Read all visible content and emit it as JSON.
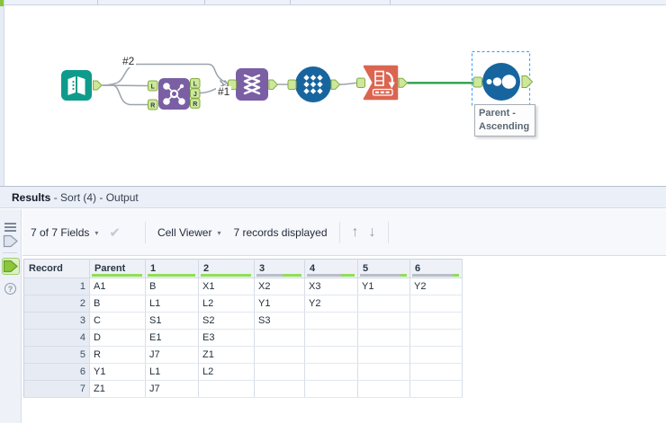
{
  "colors": {
    "tool_teal": "#0f9b8b",
    "tool_purple": "#7a5fa4",
    "tool_navy": "#17659f",
    "tool_orange": "#db6550",
    "anchor_green_fill": "#cde79b",
    "anchor_green_stroke": "#84ac41",
    "wire_grey": "#9aa2ac",
    "wire_selected_green": "#2f9e49",
    "selection_blue": "#4da3ff",
    "quality_green": "#8fdf56",
    "quality_grey": "#b8bec7"
  },
  "canvas": {
    "labels": {
      "connection1": "#1",
      "connection2": "#2"
    },
    "join_anchors": {
      "in": [
        "L",
        "R"
      ],
      "out": [
        "L",
        "J",
        "R"
      ]
    },
    "annotation": {
      "line1": "Parent -",
      "line2": "Ascending"
    }
  },
  "results": {
    "title": {
      "bold": "Results",
      "rest": " - Sort (4) - Output"
    },
    "toolbar": {
      "fields_dropdown": "7 of 7 Fields",
      "cell_viewer_dropdown": "Cell Viewer",
      "records_label": "7 records displayed",
      "caret": "▾",
      "check": "✔",
      "up_arrow": "↑",
      "down_arrow": "↓"
    },
    "help_icon": "?",
    "grid": {
      "headers": [
        "Record",
        "Parent",
        "1",
        "2",
        "3",
        "4",
        "5",
        "6"
      ],
      "quality": {
        "Parent": [
          [
            "green",
            1
          ]
        ],
        "1": [
          [
            "green",
            1
          ]
        ],
        "2": [
          [
            "green",
            1
          ]
        ],
        "3": [
          [
            "grey",
            0.57
          ],
          [
            "green",
            0.43
          ]
        ],
        "4": [
          [
            "grey",
            0.71
          ],
          [
            "green",
            0.29
          ]
        ],
        "5": [
          [
            "grey",
            0.86
          ],
          [
            "green",
            0.14
          ]
        ],
        "6": [
          [
            "grey",
            0.86
          ],
          [
            "green",
            0.14
          ]
        ]
      },
      "rows": [
        {
          "record": "1",
          "cells": [
            "A1",
            "B",
            "X1",
            "X2",
            "X3",
            "Y1",
            "Y2"
          ]
        },
        {
          "record": "2",
          "cells": [
            "B",
            "L1",
            "L2",
            "Y1",
            "Y2",
            "",
            ""
          ]
        },
        {
          "record": "3",
          "cells": [
            "C",
            "S1",
            "S2",
            "S3",
            "",
            "",
            ""
          ]
        },
        {
          "record": "4",
          "cells": [
            "D",
            "E1",
            "E3",
            "",
            "",
            "",
            ""
          ]
        },
        {
          "record": "5",
          "cells": [
            "R",
            "J7",
            "Z1",
            "",
            "",
            "",
            ""
          ]
        },
        {
          "record": "6",
          "cells": [
            "Y1",
            "L1",
            "L2",
            "",
            "",
            "",
            ""
          ]
        },
        {
          "record": "7",
          "cells": [
            "Z1",
            "J7",
            "",
            "",
            "",
            "",
            ""
          ]
        }
      ]
    }
  }
}
